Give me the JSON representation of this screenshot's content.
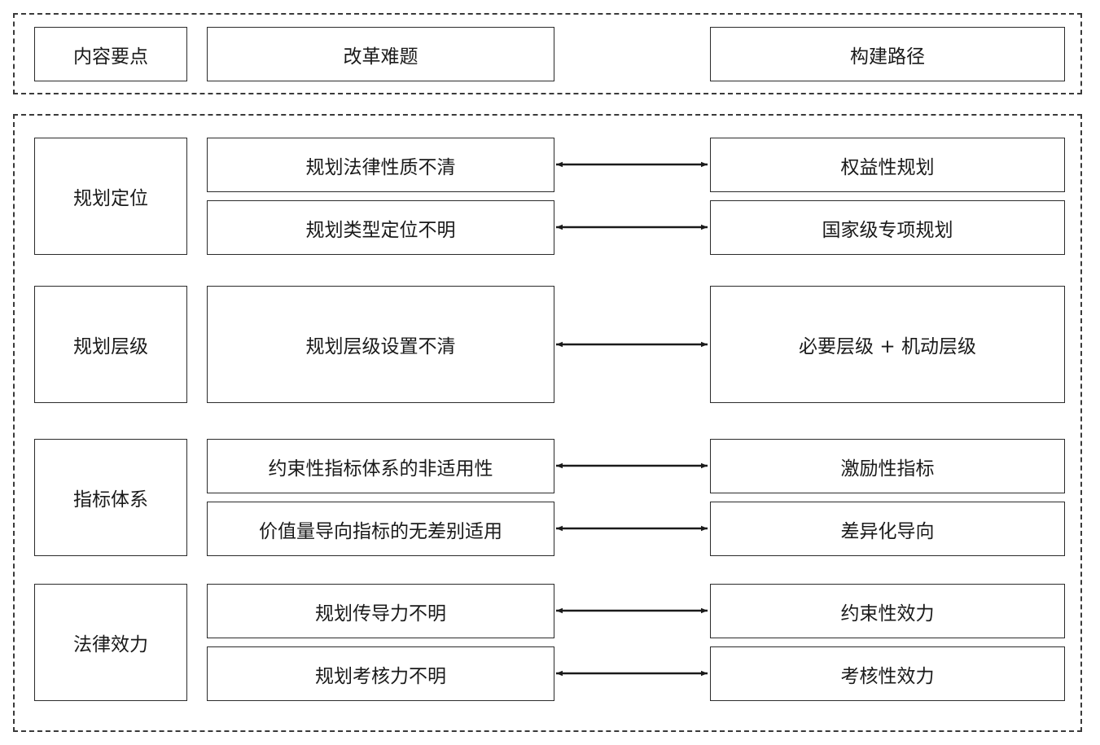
{
  "header": {
    "col1": "内容要点",
    "col2": "改革难题",
    "col3": "构建路径"
  },
  "rows": [
    {
      "category": "规划定位",
      "items": [
        {
          "problem": "规划法律性质不清",
          "path": "权益性规划"
        },
        {
          "problem": "规划类型定位不明",
          "path": "国家级专项规划"
        }
      ]
    },
    {
      "category": "规划层级",
      "items": [
        {
          "problem": "规划层级设置不清",
          "path": "必要层级 + 机动层级"
        }
      ]
    },
    {
      "category": "指标体系",
      "items": [
        {
          "problem": "约束性指标体系的非适用性",
          "path": "激励性指标"
        },
        {
          "problem": "价值量导向指标的无差别适用",
          "path": "差异化导向"
        }
      ]
    },
    {
      "category": "法律效力",
      "items": [
        {
          "problem": "规划传导力不明",
          "path": "约束性效力"
        },
        {
          "problem": "规划考核力不明",
          "path": "考核性效力"
        }
      ]
    }
  ]
}
